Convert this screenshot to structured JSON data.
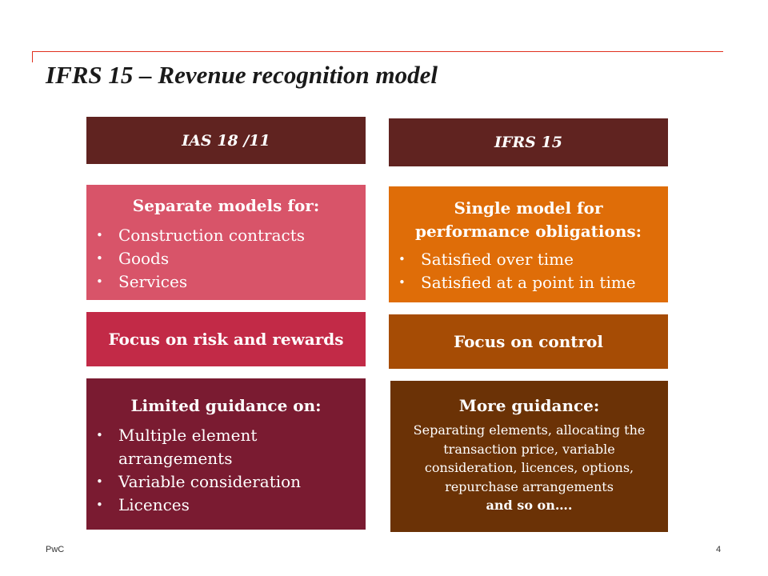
{
  "slide": {
    "title": "IFRS 15 – Revenue recognition model",
    "footer_left": "PwC",
    "page_number": "4"
  },
  "colors": {
    "accent_line": "#e0301e",
    "header_dark": "#602320",
    "pink": "#d85469",
    "crimson": "#c22a47",
    "burgundy": "#7a1b31",
    "orange": "#df6d08",
    "rust": "#a64c05",
    "brown": "#6b3206"
  },
  "left": {
    "header": "IAS 18 /11",
    "models": {
      "heading": "Separate models for:",
      "items": [
        "Construction contracts",
        "Goods",
        "Services"
      ]
    },
    "focus": "Focus on risk and rewards",
    "guidance": {
      "heading": "Limited guidance on:",
      "items": [
        "Multiple element arrangements",
        "Variable consideration",
        "Licences"
      ]
    }
  },
  "right": {
    "header": "IFRS 15",
    "models": {
      "heading_line1": "Single model for",
      "heading_line2": "performance obligations:",
      "items": [
        "Satisfied over time",
        "Satisfied at a point in time"
      ]
    },
    "focus": "Focus on control",
    "guidance": {
      "heading": "More guidance:",
      "text": "Separating elements, allocating the transaction price, variable consideration, licences, options, repurchase arrangements",
      "tail": "and so on…."
    }
  }
}
